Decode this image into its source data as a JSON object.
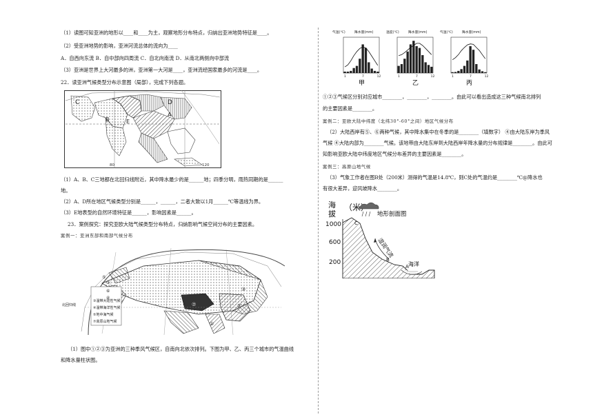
{
  "left": {
    "lines": [
      "（1）读图可知亚洲的地形以____和____为主，观察地形分布特点，归纳出亚洲地势特征是____。",
      "（2）受亚洲地势的影响，亚洲河流总体的流向为____",
      "A．自西向东流 B．自中部向四周流 C．自北向南流 D．从南北两侧向中部流",
      "（3）亚洲是世界上大河最多的洲，亚洲第一大河是____，亚洲流经国家最多的河流是____。",
      "22．读亚洲气候类型分布示意图（局部），完成下列各题。",
      "（1）A、B、C三地都在北回归线附近，其中降水最少的是______地；四季分明，雨热同期的是______",
      "地。",
      "（2）A、D所在地区气候类型分别是______，______，二者大致以1月______℃等温线为界。",
      "（3）E地表型的自然环境特征是______，影响因素是______。",
      "23．案例探究：探究亚欧大陆气候类型分布特点，归纳影响气候空间分布的主要因素。",
      "案例一：亚洲东部和南部气候分布",
      "（1）图中①②③为亚洲的三种季风气候区，自南向北依次排列。下图为甲、乙、丙三个城市的气温曲线",
      "和降水量柱状图。"
    ],
    "map1": {
      "labels": [
        "C",
        "B",
        "D",
        "A",
        "E"
      ],
      "lon": [
        "80",
        "120"
      ]
    },
    "map2": {
      "legend_side": "北回归线",
      "legend": [
        "③温带大陆性气候",
        "④温带海洋性气候",
        "⑤地中海气候",
        "⑦高原山地气候"
      ],
      "nums": [
        "⑤",
        "⑥",
        "④",
        "⑤",
        "③",
        "②",
        "①",
        "⑦"
      ]
    }
  },
  "right": {
    "climate_charts": [
      {
        "name": "甲",
        "t_label": "气温(℃)",
        "p_label": "降水量(mm)",
        "temps": [
          -18,
          -14,
          -6,
          4,
          12,
          18,
          21,
          19,
          12,
          3,
          -6,
          -15
        ],
        "precip": [
          8,
          8,
          12,
          28,
          40,
          80,
          160,
          140,
          60,
          25,
          12,
          8
        ]
      },
      {
        "name": "乙",
        "t_label": "温度(℃)",
        "p_label": "降水量(mm)",
        "temps": [
          4,
          6,
          10,
          15,
          20,
          24,
          28,
          28,
          24,
          18,
          12,
          6
        ],
        "precip": [
          40,
          50,
          80,
          120,
          160,
          180,
          150,
          140,
          100,
          60,
          45,
          35
        ]
      },
      {
        "name": "丙",
        "t_label": "气温(℃)",
        "p_label": "降水量(mm)",
        "temps": [
          -4,
          0,
          6,
          14,
          20,
          25,
          27,
          26,
          20,
          14,
          6,
          -2
        ],
        "precip": [
          5,
          6,
          12,
          22,
          40,
          70,
          150,
          130,
          50,
          20,
          10,
          5
        ]
      }
    ],
    "chart_ticks": [
      "1",
      "7",
      "12"
    ],
    "lines": [
      "①②③气候区分别对应城市________，________，________。由此可以看出造成这三种气候南北排列",
      "的主要因素是________。",
      "案例二：亚欧大陆中纬度（北纬30°-60°之间）地区气候分布",
      "（2）大陆西岸有⑤、⑥两种气候，其中降水集中在冬季的是________（填数字） ④由大陆东岸为季风",
      "气候 ④大陆内部为________气候。该地带由大陆东岸到大陆西岸年降水量的分布规律是________。由此可",
      "知影响亚欧大陆中纬度地区气候分布差异的主要因素是________。",
      "案例三：高原山地气候",
      "（3）气象工作者在图B处（200米）测得的气温是14.8℃，则C处的气温约是________℃@降水也",
      "有很大差异，迎风坡降水________。"
    ],
    "profile": {
      "ylabel_top": "海",
      "ylabel_bot": "拔",
      "unit": "（米）",
      "title": "地形剖面图",
      "ticks": [
        "1000",
        "600",
        "200"
      ],
      "wind": "湿润气流",
      "points": [
        "C",
        "B",
        "A"
      ],
      "sea": "海洋"
    }
  }
}
